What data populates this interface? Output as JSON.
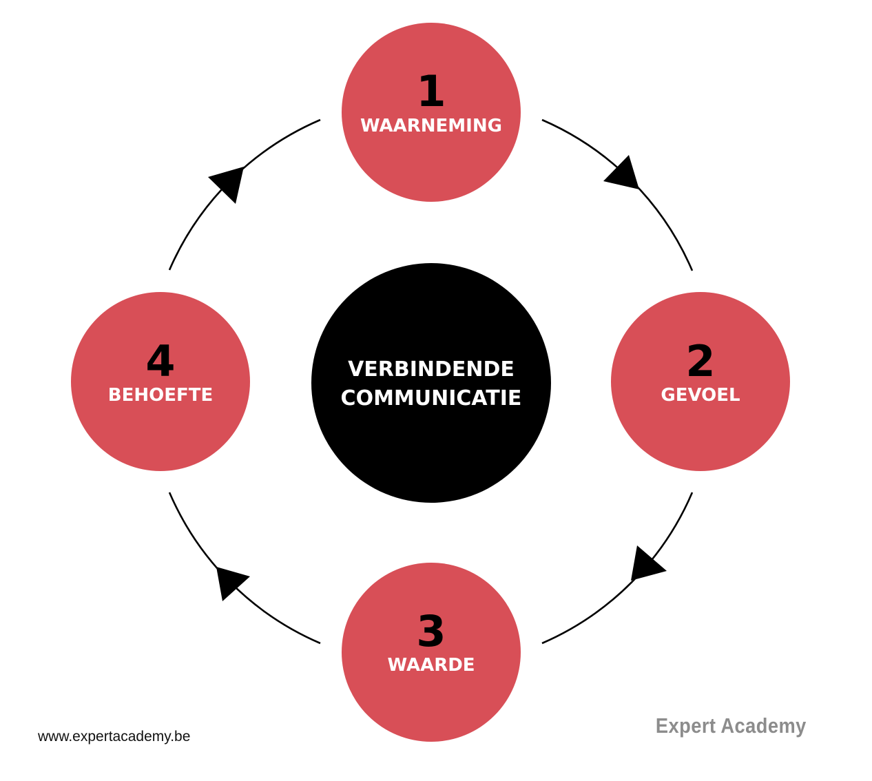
{
  "center": {
    "line1": "VERBINDENDE",
    "line2": "COMMUNICATIE"
  },
  "steps": [
    {
      "number": "1",
      "label": "WAARNEMING"
    },
    {
      "number": "2",
      "label": "GEVOEL"
    },
    {
      "number": "3",
      "label": "WAARDE"
    },
    {
      "number": "4",
      "label": "BEHOEFTE"
    }
  ],
  "footer": {
    "url": "www.expertacademy.be",
    "brand": "Expert Academy"
  },
  "colors": {
    "step_fill": "#d84f57",
    "center_fill": "#000000",
    "arrow": "#000000"
  }
}
